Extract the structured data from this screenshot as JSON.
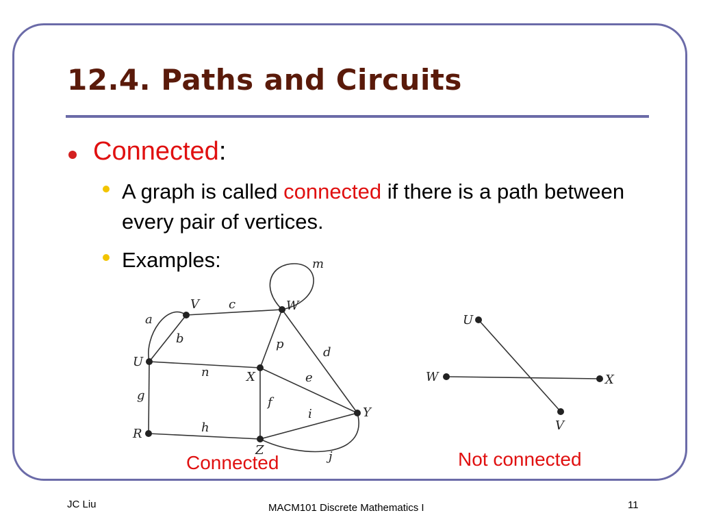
{
  "slide": {
    "title": "12.4. Paths and Circuits",
    "bullet1": {
      "term": "Connected",
      "suffix": ":"
    },
    "bullet2": {
      "prefix": "A graph is called ",
      "term": "connected",
      "suffix": " if there is a path between every pair of vertices."
    },
    "bullet3": {
      "text": "Examples:"
    }
  },
  "graph1": {
    "vertices": {
      "V": "V",
      "W": "W",
      "U": "U",
      "X": "X",
      "Y": "Y",
      "R": "R",
      "Z": "Z"
    },
    "edges": {
      "a": "a",
      "b": "b",
      "c": "c",
      "m": "m",
      "p": "p",
      "d": "d",
      "n": "n",
      "e": "e",
      "g": "g",
      "f": "f",
      "i": "i",
      "h": "h",
      "j": "j"
    },
    "caption": "Connected"
  },
  "graph2": {
    "vertices": {
      "U": "U",
      "W": "W",
      "X": "X",
      "V": "V"
    },
    "caption": "Not connected"
  },
  "footer": {
    "left": "JC Liu",
    "center": "MACM101 Discrete Mathematics I",
    "page": "11"
  },
  "colors": {
    "frame": "#6b6ba8",
    "title": "#5a1a0a",
    "accent": "#e01010",
    "bullet_sub": "#f2c400"
  }
}
